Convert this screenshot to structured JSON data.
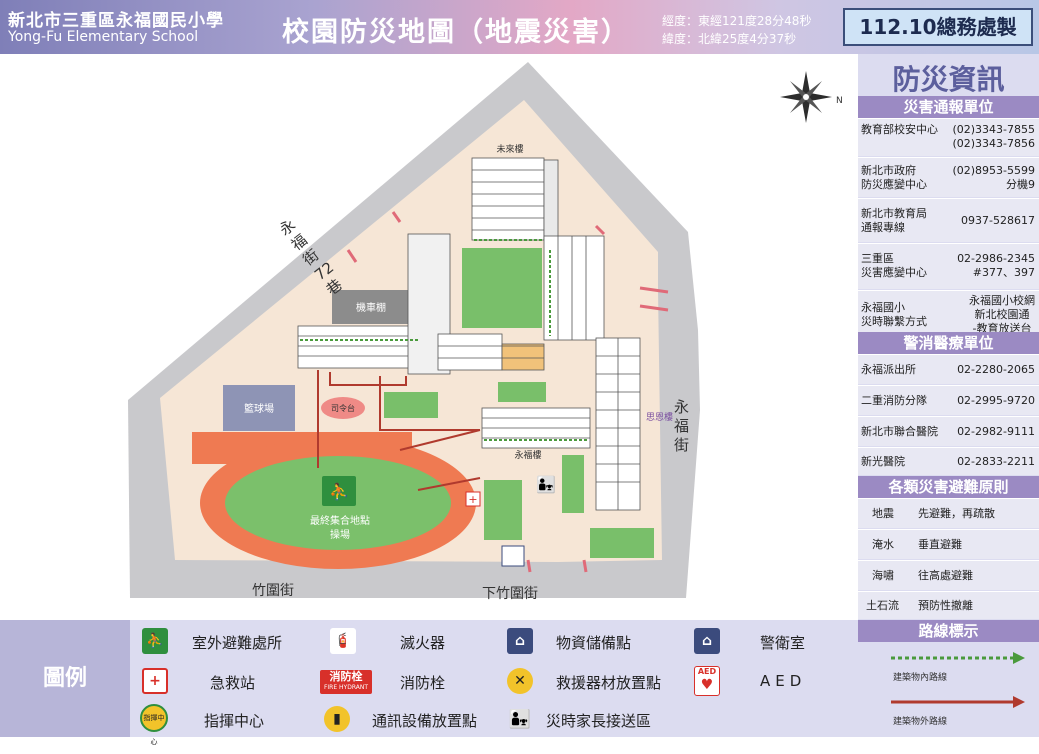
{
  "header": {
    "school_zh": "新北市三重區永福國民小學",
    "school_en": "Yong-Fu Elementary School",
    "title": "校園防災地圖（地震災害）",
    "longitude": "經度：東經121度28分48秒",
    "latitude": "緯度：北緯25度4分37秒",
    "made_by": "112.10總務處製"
  },
  "sidebar": {
    "title": "防災資訊",
    "report_head": "災害通報單位",
    "report_units": [
      {
        "name": "教育部校安中心",
        "phone": "(02)3343-7855\n(02)3343-7856"
      },
      {
        "name": "新北市政府\n防災應變中心",
        "phone": "(02)8953-5599\n分機9"
      },
      {
        "name": "新北市教育局\n通報專線",
        "phone": "0937-528617"
      },
      {
        "name": "三重區\n災害應變中心",
        "phone": "02-2986-2345\n#377、397"
      },
      {
        "name": "永福國小\n災時聯繫方式",
        "phone": "永福國小校網\n新北校園通\n-教育放送台"
      }
    ],
    "police_head": "警消醫療單位",
    "police_units": [
      {
        "name": "永福派出所",
        "phone": "02-2280-2065"
      },
      {
        "name": "二重消防分隊",
        "phone": "02-2995-9720"
      },
      {
        "name": "新北市聯合醫院",
        "phone": "02-2982-9111"
      },
      {
        "name": "新光醫院",
        "phone": "02-2833-2211"
      }
    ],
    "principle_head": "各類災害避難原則",
    "principles": [
      {
        "name": "地震",
        "rule": "先避難，再疏散"
      },
      {
        "name": "淹水",
        "rule": "垂直避難"
      },
      {
        "name": "海嘯",
        "rule": "往高處避難"
      },
      {
        "name": "土石流",
        "rule": "預防性撤離"
      }
    ],
    "route_head": "路線標示",
    "routes": [
      {
        "label": "建築物內路線",
        "color": "#4a9a3c"
      },
      {
        "label": "建築物外路線",
        "color": "#b03a2e"
      }
    ]
  },
  "legend": {
    "title": "圖例",
    "items": [
      {
        "label": "室外避難處所",
        "icon": "outdoor-shelter-icon",
        "color": "#2f8f3e"
      },
      {
        "label": "滅火器",
        "icon": "fire-extinguisher-icon",
        "color": "#d8302a"
      },
      {
        "label": "物資儲備點",
        "icon": "supply-point-icon",
        "color": "#3b4b7d"
      },
      {
        "label": "警衛室",
        "icon": "guard-room-icon",
        "color": "#3b4b7d"
      },
      {
        "label": "急救站",
        "icon": "first-aid-icon",
        "color": "#d8302a"
      },
      {
        "label": "消防栓",
        "icon": "fire-hydrant-icon",
        "color": "#d8302a"
      },
      {
        "label": "救援器材放置點",
        "icon": "rescue-tools-icon",
        "color": "#f2c32a"
      },
      {
        "label": "AED",
        "icon": "aed-icon",
        "color": "#d8302a"
      },
      {
        "label": "指揮中心",
        "icon": "command-center-icon",
        "color": "#f2c32a"
      },
      {
        "label": "通訊設備放置點",
        "icon": "comm-equipment-icon",
        "color": "#f2c32a"
      },
      {
        "label": "災時家長接送區",
        "icon": "parent-pickup-icon",
        "color": "#d26a3a"
      }
    ],
    "fire_hydrant_badge": "消防栓",
    "fire_hydrant_badge_en": "FIRE HYDRANT",
    "aed_badge": "AED",
    "command_badge": "指揮中心"
  },
  "map": {
    "streets": {
      "west": "永福街72巷",
      "east": "永福街",
      "south_left": "竹圍街",
      "south_right": "下竹圍街"
    },
    "buildings": {
      "weilai": "未來樓",
      "yongfu": "永福樓",
      "sien": "思恩樓",
      "parking": "機車棚",
      "basketball": "籃球場",
      "podium": "司令台",
      "assembly_line1": "最終集合地點",
      "assembly_line2": "操場"
    }
  }
}
